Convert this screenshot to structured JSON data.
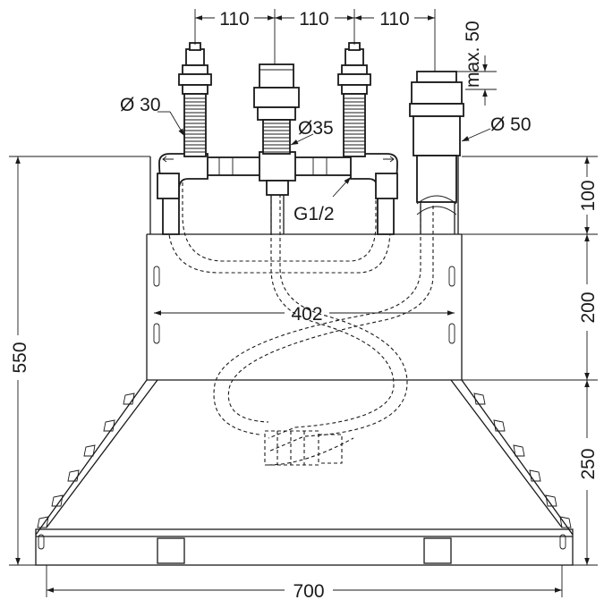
{
  "dimensions": {
    "top_spacing_1": "110",
    "top_spacing_2": "110",
    "top_spacing_3": "110",
    "max_height": "max. 50",
    "dia_left_valve": "Ø 30",
    "dia_center": "Ø35",
    "dia_right_spout": "Ø 50",
    "thread": "G1/2",
    "total_height": "550",
    "upper_height": "100",
    "middle_height": "200",
    "lower_height": "250",
    "inner_width": "402",
    "total_width": "700"
  }
}
